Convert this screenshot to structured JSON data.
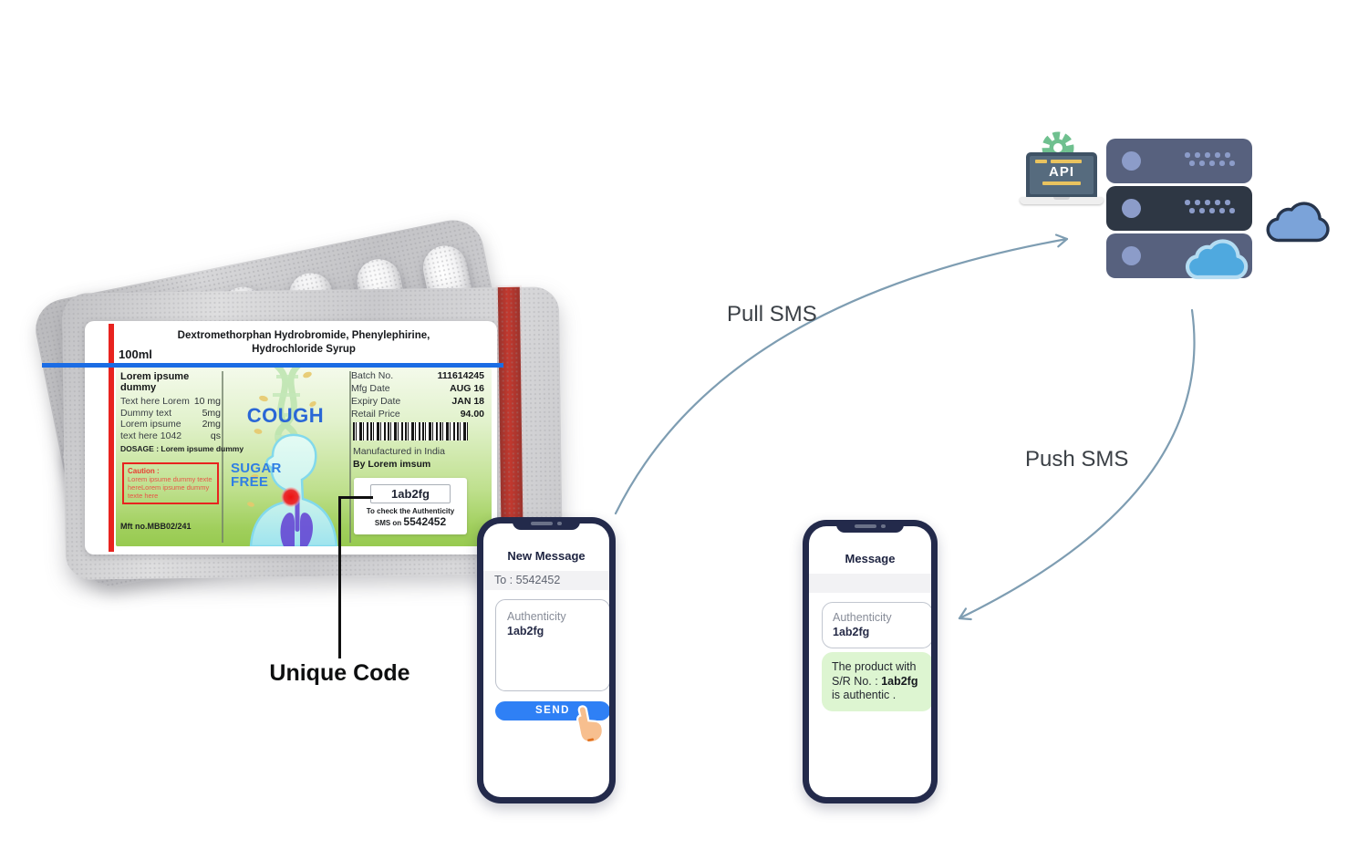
{
  "diagram": {
    "unique_code_label": "Unique Code",
    "pull_sms_label": "Pull SMS",
    "push_sms_label": "Push SMS"
  },
  "medicine_label": {
    "title_line1": "Dextromethorphan Hydrobromide, Phenylephirine,",
    "title_line2": "Hydrochloride Syrup",
    "volume": "100ml",
    "ingredients": {
      "heading": "Lorem ipsume dummy",
      "rows": [
        {
          "name": "Text here Lorem",
          "value": "10 mg"
        },
        {
          "name": "Dummy text",
          "value": "5mg"
        },
        {
          "name": "Lorem ipsume",
          "value": "2mg"
        },
        {
          "name": "text here 1042",
          "value": "qs"
        }
      ]
    },
    "dosage": "DOSAGE : Lorem ipsume dummy",
    "caution_title": "Caution :",
    "caution_text": "Lorem ipsume dummy texte hereLorem ipsume dummy texte here",
    "mft_no": "Mft no.MBB02/241",
    "cough": "COUGH",
    "sugar_free_line1": "SUGAR",
    "sugar_free_line2": "FREE",
    "details": [
      {
        "name": "Batch No.",
        "value": "111614245"
      },
      {
        "name": "Mfg Date",
        "value": "AUG 16"
      },
      {
        "name": "Expiry Date",
        "value": "JAN 18"
      },
      {
        "name": "Retail Price",
        "value": "94.00"
      }
    ],
    "manufactured": "Manufactured in India",
    "by_line": "By Lorem imsum",
    "unique_code": "1ab2fg",
    "authenticity_note": "To check the Authenticity",
    "sms_on_prefix": "SMS on ",
    "sms_number": "5542452"
  },
  "phone_send": {
    "title": "New Message",
    "to_value": "To : 5542452",
    "message_line1": "Authenticity",
    "message_line2": "1ab2fg",
    "send_label": "SEND"
  },
  "phone_receive": {
    "title": "Message",
    "sent_line1": "Authenticity",
    "sent_line2": "1ab2fg",
    "reply_line1": "The product with",
    "reply_line2_prefix": "S/R No. : ",
    "reply_line2_code": "1ab2fg",
    "reply_line3": "is authentic ."
  },
  "server": {
    "api_label": "API"
  },
  "colors": {
    "arrow": "#7e9db2",
    "phone_frame": "#232a4b",
    "send_button": "#2f80f5",
    "reply_bubble": "#ddf5d1",
    "server_row": "#57617e",
    "server_row_dark": "#2e3744",
    "server_accent": "#8c9cc9",
    "cloud_bright": "#4fa9df",
    "cloud_periwinkle": "#7ba3d9",
    "gear_green": "#6fc08f",
    "api_yellow": "#e9c35f",
    "label_blue_line": "#1b6ce4",
    "label_red": "#e8231f",
    "cough_blue": "#2a67d6",
    "pack_stripe_red": "#c2392f"
  }
}
